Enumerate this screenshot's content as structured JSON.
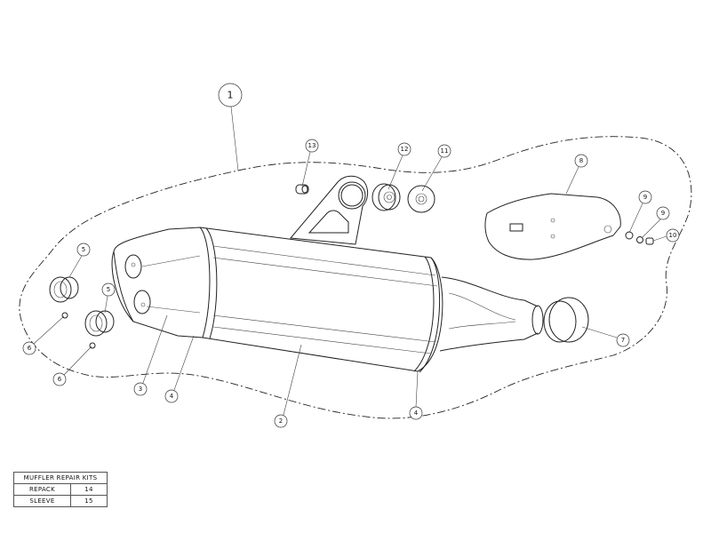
{
  "diagram": {
    "callouts": [
      {
        "id": "c1",
        "label": "1"
      },
      {
        "id": "c2",
        "label": "2"
      },
      {
        "id": "c3",
        "label": "3"
      },
      {
        "id": "c4a",
        "label": "4"
      },
      {
        "id": "c4b",
        "label": "4"
      },
      {
        "id": "c5a",
        "label": "5"
      },
      {
        "id": "c5b",
        "label": "5"
      },
      {
        "id": "c6a",
        "label": "6"
      },
      {
        "id": "c6b",
        "label": "6"
      },
      {
        "id": "c7",
        "label": "7"
      },
      {
        "id": "c8",
        "label": "8"
      },
      {
        "id": "c9a",
        "label": "9"
      },
      {
        "id": "c9b",
        "label": "9"
      },
      {
        "id": "c10",
        "label": "10"
      },
      {
        "id": "c11",
        "label": "11"
      },
      {
        "id": "c12",
        "label": "12"
      },
      {
        "id": "c13",
        "label": "13"
      }
    ]
  },
  "repair_kits": {
    "title": "MUFFLER REPAIR KITS",
    "rows": [
      {
        "name": "REPACK",
        "ref": "14"
      },
      {
        "name": "SLEEVE",
        "ref": "15"
      }
    ]
  }
}
